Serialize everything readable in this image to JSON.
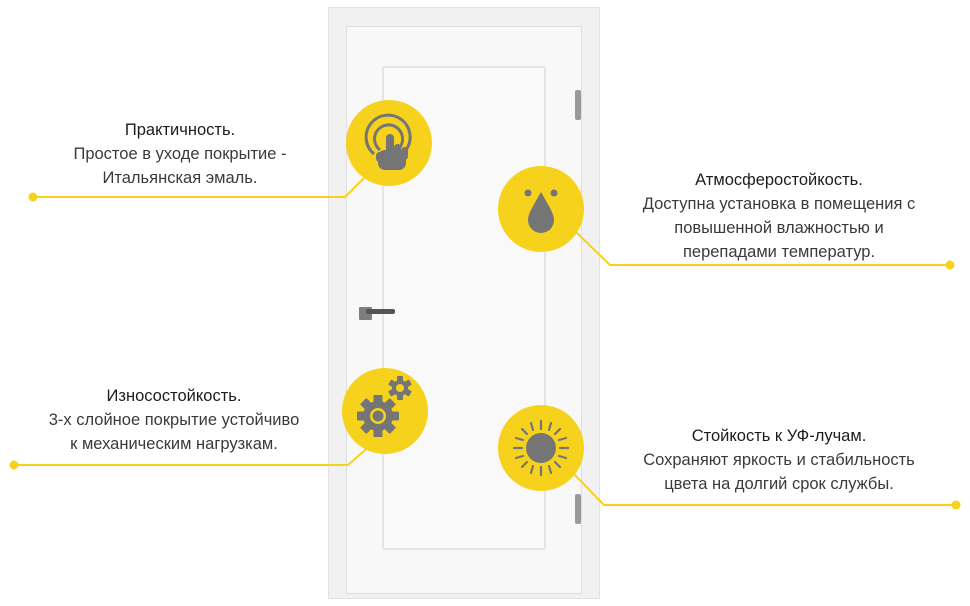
{
  "colors": {
    "accent": "#f6d21c",
    "icon_fill": "#757575",
    "text": "#3a3a3a",
    "title": "#1c1c1c"
  },
  "features": [
    {
      "title": "Практичность.",
      "line1": "Простое в уходе покрытие -",
      "line2": "Итальянская эмаль.",
      "icon": "touch-hand-icon"
    },
    {
      "title": "Атмосферостойкость.",
      "line1": "Доступна установка в помещения с",
      "line2": "повышенной влажностью и",
      "line3": "перепадами температур.",
      "icon": "water-drops-icon"
    },
    {
      "title": "Износостойкость.",
      "line1": "3-х слойное покрытие устойчиво",
      "line2": "к механическим нагрузкам.",
      "icon": "gears-icon"
    },
    {
      "title": "Стойкость к УФ-лучам.",
      "line1": "Сохраняют яркость и стабильность",
      "line2": "цвета на долгий срок службы.",
      "icon": "sun-icon"
    }
  ]
}
